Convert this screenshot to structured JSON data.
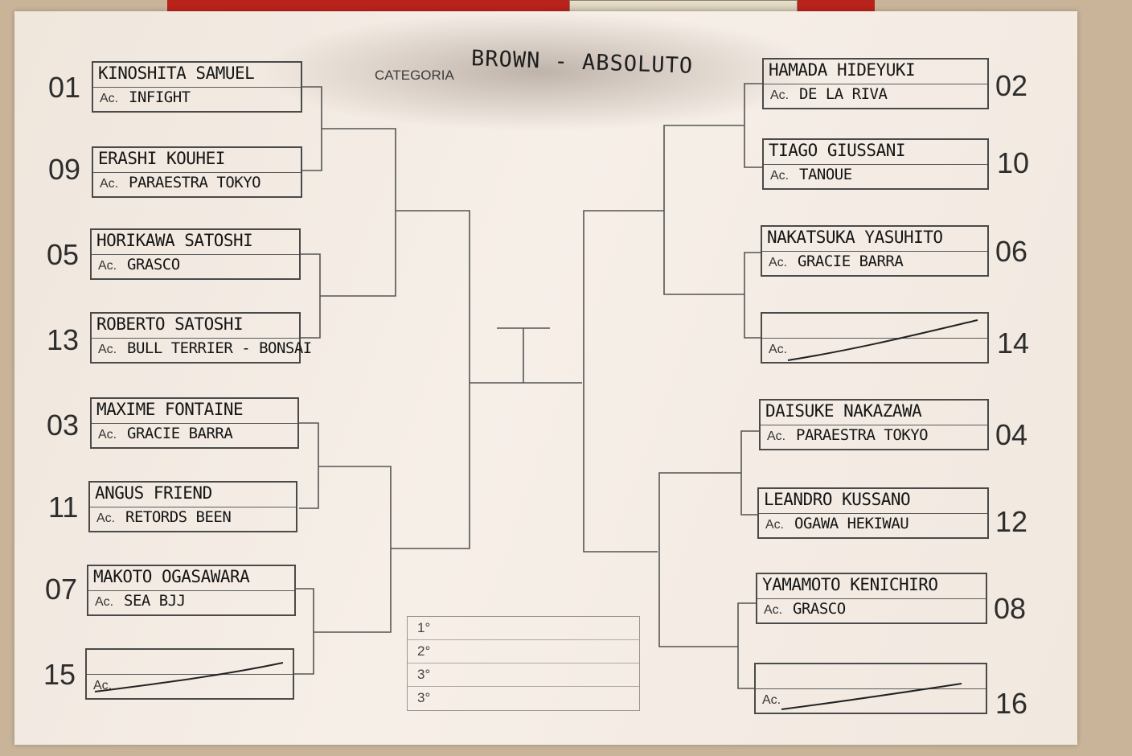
{
  "category": {
    "label": "CATEGORIA",
    "value": "BROWN - ABSOLUTO"
  },
  "ac_label": "Ac.",
  "left_slots": [
    {
      "seed": "01",
      "name": "KINOSHITA SAMUEL",
      "academy": "INFIGHT"
    },
    {
      "seed": "09",
      "name": "ERASHI KOUHEI",
      "academy": "PARAESTRA TOKYO"
    },
    {
      "seed": "05",
      "name": "HORIKAWA SATOSHI",
      "academy": "GRASCO"
    },
    {
      "seed": "13",
      "name": "ROBERTO SATOSHI",
      "academy": "BULL TERRIER - BONSAI"
    },
    {
      "seed": "03",
      "name": "MAXIME FONTAINE",
      "academy": "GRACIE BARRA"
    },
    {
      "seed": "11",
      "name": "ANGUS FRIEND",
      "academy": "RETORDS BEEN"
    },
    {
      "seed": "07",
      "name": "MAKOTO OGASAWARA",
      "academy": "SEA BJJ"
    },
    {
      "seed": "15",
      "name": "",
      "academy": ""
    }
  ],
  "right_slots": [
    {
      "seed": "02",
      "name": "HAMADA HIDEYUKI",
      "academy": "DE LA RIVA"
    },
    {
      "seed": "10",
      "name": "TIAGO GIUSSANI",
      "academy": "TANOUE"
    },
    {
      "seed": "06",
      "name": "NAKATSUKA YASUHITO",
      "academy": "GRACIE BARRA"
    },
    {
      "seed": "14",
      "name": "",
      "academy": ""
    },
    {
      "seed": "04",
      "name": "DAISUKE NAKAZAWA",
      "academy": "PARAESTRA TOKYO"
    },
    {
      "seed": "12",
      "name": "LEANDRO KUSSANO",
      "academy": "OGAWA HEKIWAU"
    },
    {
      "seed": "08",
      "name": "YAMAMOTO KENICHIRO",
      "academy": "GRASCO"
    },
    {
      "seed": "16",
      "name": "",
      "academy": ""
    }
  ],
  "results": [
    "1°",
    "2°",
    "3°",
    "3°"
  ]
}
